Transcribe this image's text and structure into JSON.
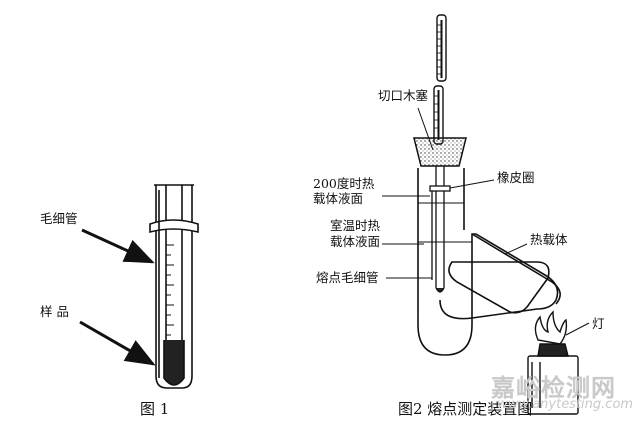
{
  "figure1": {
    "caption": "图  1",
    "labels": {
      "capillary": "毛细管",
      "sample": "样  品"
    }
  },
  "figure2": {
    "caption": "图2  熔点测定装置图",
    "labels": {
      "cork": "切口木塞",
      "level_200_line1": "200度时热",
      "level_200_line2": "载体液面",
      "rubber_ring": "橡皮圈",
      "level_room_line1": "室温时热",
      "level_room_line2": "载体液面",
      "heat_carrier": "热载体",
      "mp_capillary": "熔点毛细管",
      "lamp": "灯"
    }
  },
  "watermark": {
    "brand": "嘉峪检测网",
    "url": "www.anytesting.com"
  }
}
